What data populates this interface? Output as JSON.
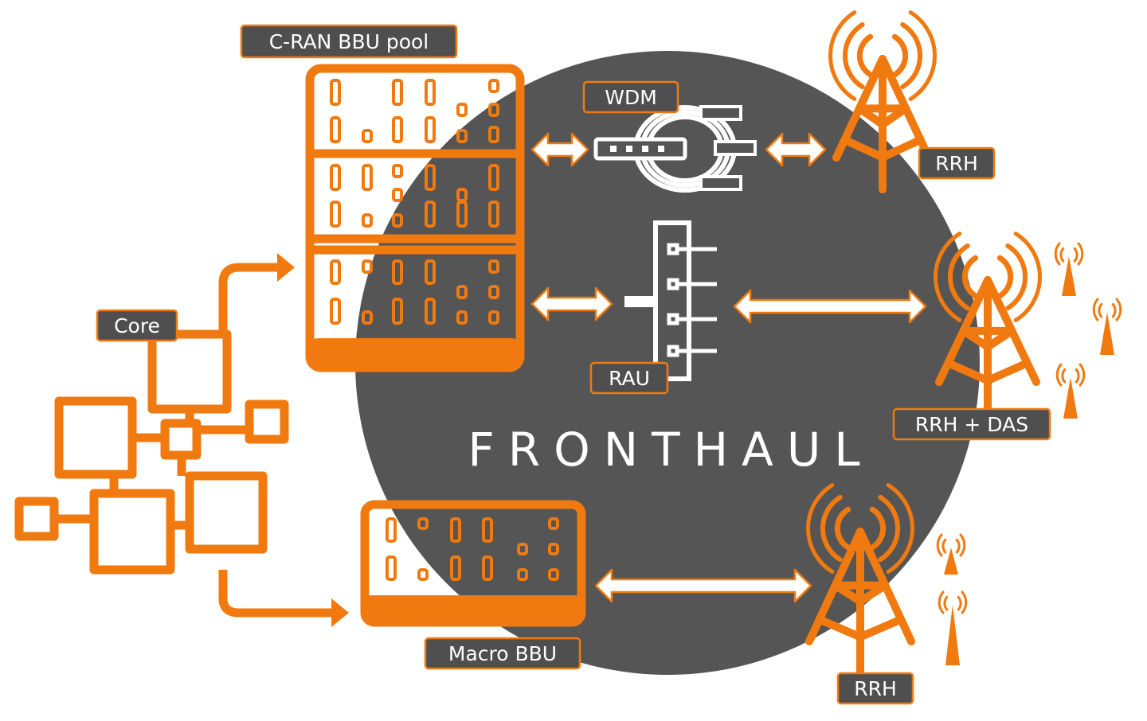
{
  "diagram": {
    "title": "FRONTHAUL",
    "labels": {
      "bbu_pool": "C-RAN BBU pool",
      "core": "Core",
      "wdm": "WDM",
      "rau": "RAU",
      "rrh_top": "RRH",
      "rrh_das": "RRH + DAS",
      "macro_bbu": "Macro BBU",
      "rrh_bottom": "RRH"
    },
    "colors": {
      "accent": "#f07a10",
      "circle": "#555555",
      "label_bg": "#4f4f4f",
      "text": "#ffffff"
    },
    "icons": [
      "server-rack-icon",
      "core-network-icon",
      "wdm-icon",
      "rau-icon",
      "cell-tower-icon",
      "das-antenna-icon",
      "macro-bbu-icon"
    ]
  }
}
